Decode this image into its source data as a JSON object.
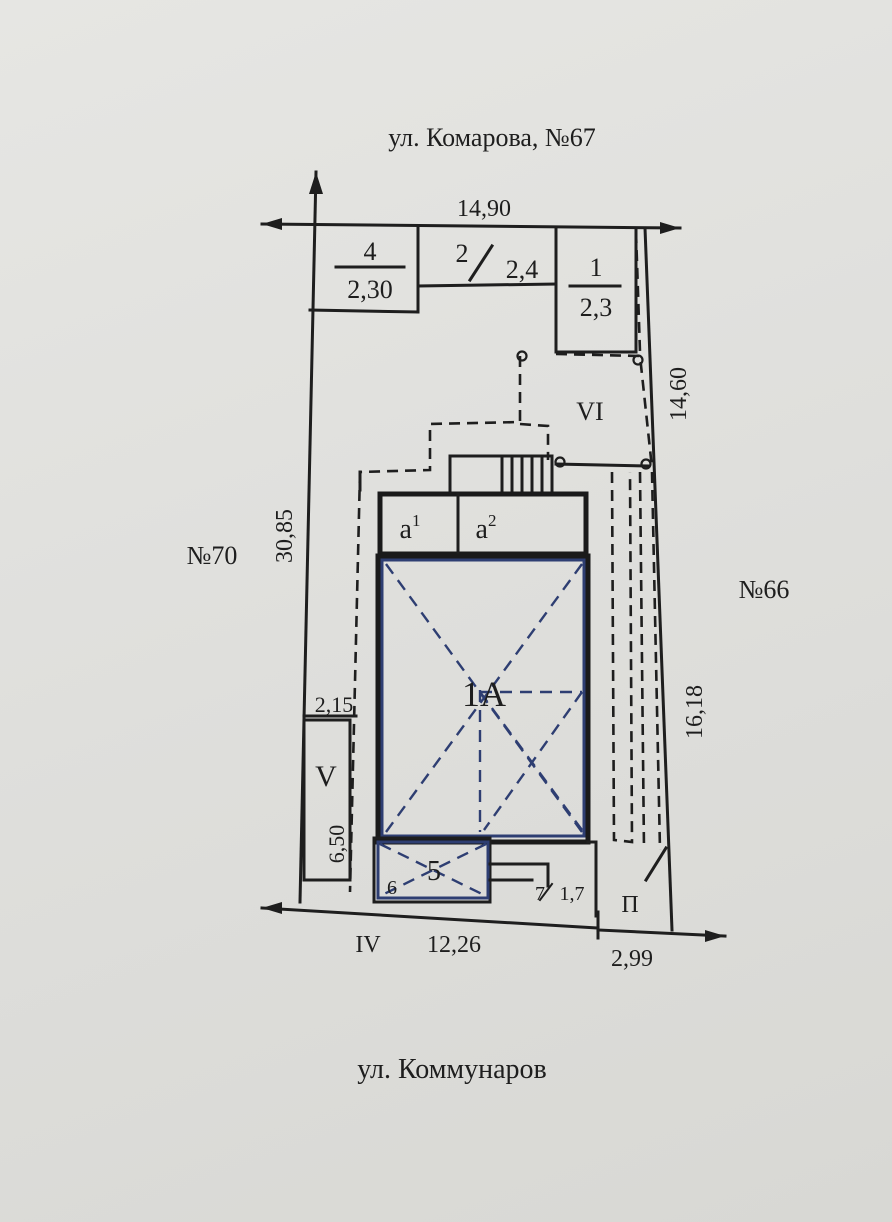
{
  "labels": {
    "street_top": "ул. Комарова, №67",
    "street_bottom": "ул. Коммунаров",
    "neighbor_left": "№70",
    "neighbor_right": "№66"
  },
  "dimensions": {
    "top_width": "14,90",
    "left_side": "30,85",
    "right_upper": "14,60",
    "right_lower": "16,18",
    "left_offset": "2,15",
    "shed_v_length": "6,50",
    "bottom_width": "12,26",
    "bottom_right": "2,99"
  },
  "rooms": {
    "r4_num": "4",
    "r4_area": "2,30",
    "r2_num": "2",
    "r2_area": "2,4",
    "r1_num": "1",
    "r1_area": "2,3",
    "vi": "VI",
    "a1": "а",
    "a1_sup": "1",
    "a2": "а",
    "a2_sup": "2",
    "main": "1А",
    "v": "V",
    "r5": "5",
    "r6": "6",
    "r7": "7",
    "r7_area": "1,7",
    "p": "П",
    "iv": "IV"
  }
}
